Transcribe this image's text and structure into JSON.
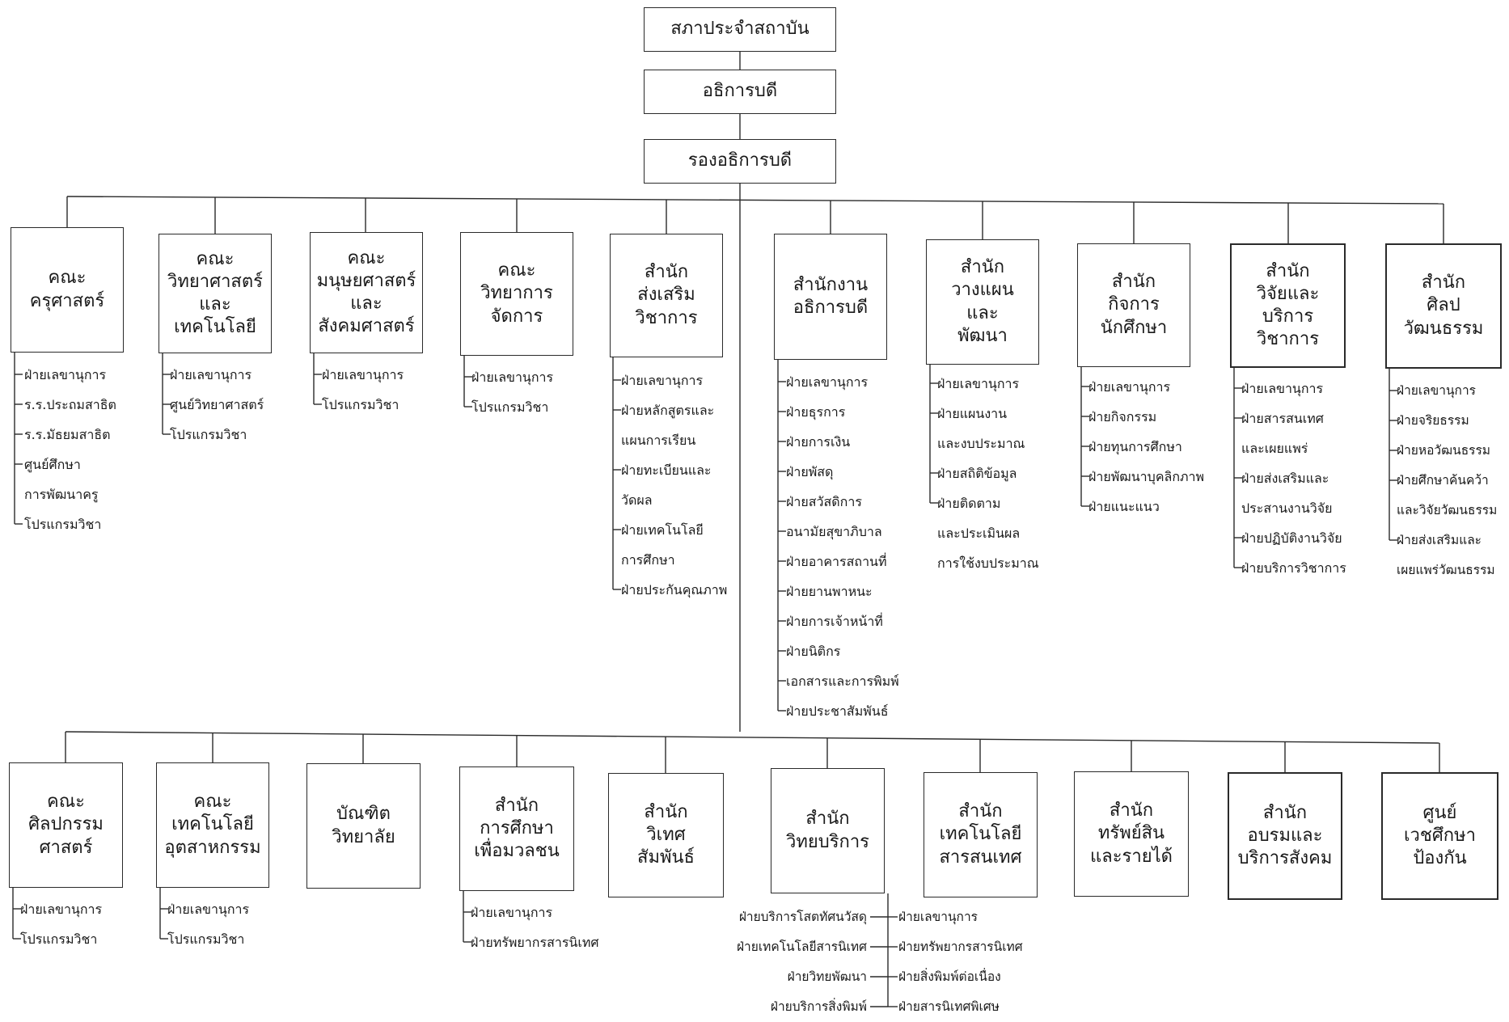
{
  "chart": {
    "council": "สภาประจำสถาบัน",
    "president": "อธิการบดี",
    "vice_president": "รองอธิการบดี",
    "row1": [
      {
        "name": "คณะ\nครุศาสตร์",
        "items": [
          "ฝ่ายเลขานุการ",
          "ร.ร.ประถมสาธิต",
          "ร.ร.มัธยมสาธิต",
          "ศูนย์ศึกษา",
          "การพัฒนาครู",
          "โปรแกรมวิชา"
        ]
      },
      {
        "name": "คณะ\nวิทยาศาสตร์\nและ\nเทคโนโลยี",
        "items": [
          "ฝ่ายเลขานุการ",
          "ศูนย์วิทยาศาสตร์",
          "โปรแกรมวิชา"
        ]
      },
      {
        "name": "คณะ\nมนุษยศาสตร์\nและ\nสังคมศาสตร์",
        "items": [
          "ฝ่ายเลขานุการ",
          "โปรแกรมวิชา"
        ]
      },
      {
        "name": "คณะ\nวิทยาการ\nจัดการ",
        "items": [
          "ฝ่ายเลขานุการ",
          "โปรแกรมวิชา"
        ]
      },
      {
        "name": "สำนัก\nส่งเสริม\nวิชาการ",
        "items": [
          "ฝ่ายเลขานุการ",
          "ฝ่ายหลักสูตรและ",
          "แผนการเรียน",
          "ฝ่ายทะเบียนและ",
          "วัดผล",
          "ฝ่ายเทคโนโลยี",
          "การศึกษา",
          "ฝ่ายประกันคุณภาพ"
        ]
      },
      {
        "name": "สำนักงาน\nอธิการบดี",
        "items": [
          "ฝ่ายเลขานุการ",
          "ฝ่ายธุรการ",
          "ฝ่ายการเงิน",
          "ฝ่ายพัสดุ",
          "ฝ่ายสวัสดิการ",
          "อนามัยสุขาภิบาล",
          "ฝ่ายอาคารสถานที่",
          "ฝ่ายยานพาหนะ",
          "ฝ่ายการเจ้าหน้าที่",
          "ฝ่ายนิติกร",
          "เอกสารและการพิมพ์",
          "ฝ่ายประชาสัมพันธ์"
        ]
      },
      {
        "name": "สำนัก\nวางแผน\nและ\nพัฒนา",
        "items": [
          "ฝ่ายเลขานุการ",
          "ฝ่ายแผนงาน",
          "และงบประมาณ",
          "ฝ่ายสถิติข้อมูล",
          "ฝ่ายติดตาม",
          "และประเมินผล",
          "การใช้งบประมาณ"
        ]
      },
      {
        "name": "สำนัก\nกิจการ\nนักศึกษา",
        "items": [
          "ฝ่ายเลขานุการ",
          "ฝ่ายกิจกรรม",
          "ฝ่ายทุนการศึกษา",
          "ฝ่ายพัฒนาบุคลิกภาพ",
          "ฝ่ายแนะแนว"
        ]
      },
      {
        "name": "สำนัก\nวิจัยและ\nบริการ\nวิชาการ",
        "items": [
          "ฝ่ายเลขานุการ",
          "ฝ่ายสารสนเทศ",
          "และเผยแพร่",
          "ฝ่ายส่งเสริมและ",
          "ประสานงานวิจัย",
          "ฝ่ายปฏิบัติงานวิจัย",
          "ฝ่ายบริการวิชาการ"
        ]
      },
      {
        "name": "สำนัก\nศิลป\nวัฒนธรรม",
        "items": [
          "ฝ่ายเลขานุการ",
          "ฝ่ายจริยธรรม",
          "ฝ่ายหอวัฒนธรรม",
          "ฝ่ายศึกษาค้นคว้า",
          "และวิจัยวัฒนธรรม",
          "ฝ่ายส่งเสริมและ",
          "เผยแพร่วัฒนธรรม"
        ]
      }
    ],
    "row2": [
      {
        "name": "คณะ\nศิลปกรรม\nศาสตร์",
        "items": [
          "ฝ่ายเลขานุการ",
          "โปรแกรมวิชา"
        ]
      },
      {
        "name": "คณะ\nเทคโนโลยี\nอุตสาหกรรม",
        "items": [
          "ฝ่ายเลขานุการ",
          "โปรแกรมวิชา"
        ]
      },
      {
        "name": "บัณฑิต\nวิทยาลัย",
        "items": []
      },
      {
        "name": "สำนัก\nการศึกษา\nเพื่อมวลชน",
        "items": [
          "ฝ่ายเลขานุการ",
          "ฝ่ายทรัพยากรสารนิเทศ"
        ]
      },
      {
        "name": "สำนัก\nวิเทศ\nสัมพันธ์",
        "items": []
      },
      {
        "name": "สำนัก\nวิทยบริการ",
        "items_left": [
          "ฝ่ายบริการโสตทัศนวัสดุ",
          "ฝ่ายเทคโนโลยีสารนิเทศ",
          "ฝ่ายวิทยพัฒนา",
          "ฝ่ายบริการสิ่งพิมพ์"
        ],
        "items_right": [
          "ฝ่ายเลขานุการ",
          "ฝ่ายทรัพยากรสารนิเทศ",
          "ฝ่ายสิ่งพิมพ์ต่อเนื่อง",
          "ฝ่ายสารนิเทศพิเศษ"
        ]
      },
      {
        "name": "สำนัก\nเทคโนโลยี\nสารสนเทศ",
        "items": []
      },
      {
        "name": "สำนัก\nทรัพย์สิน\nและรายได้",
        "items": []
      },
      {
        "name": "สำนัก\nอบรมและ\nบริการสังคม",
        "items": []
      },
      {
        "name": "ศูนย์\nเวชศึกษา\nป้องกัน",
        "items": []
      }
    ]
  }
}
